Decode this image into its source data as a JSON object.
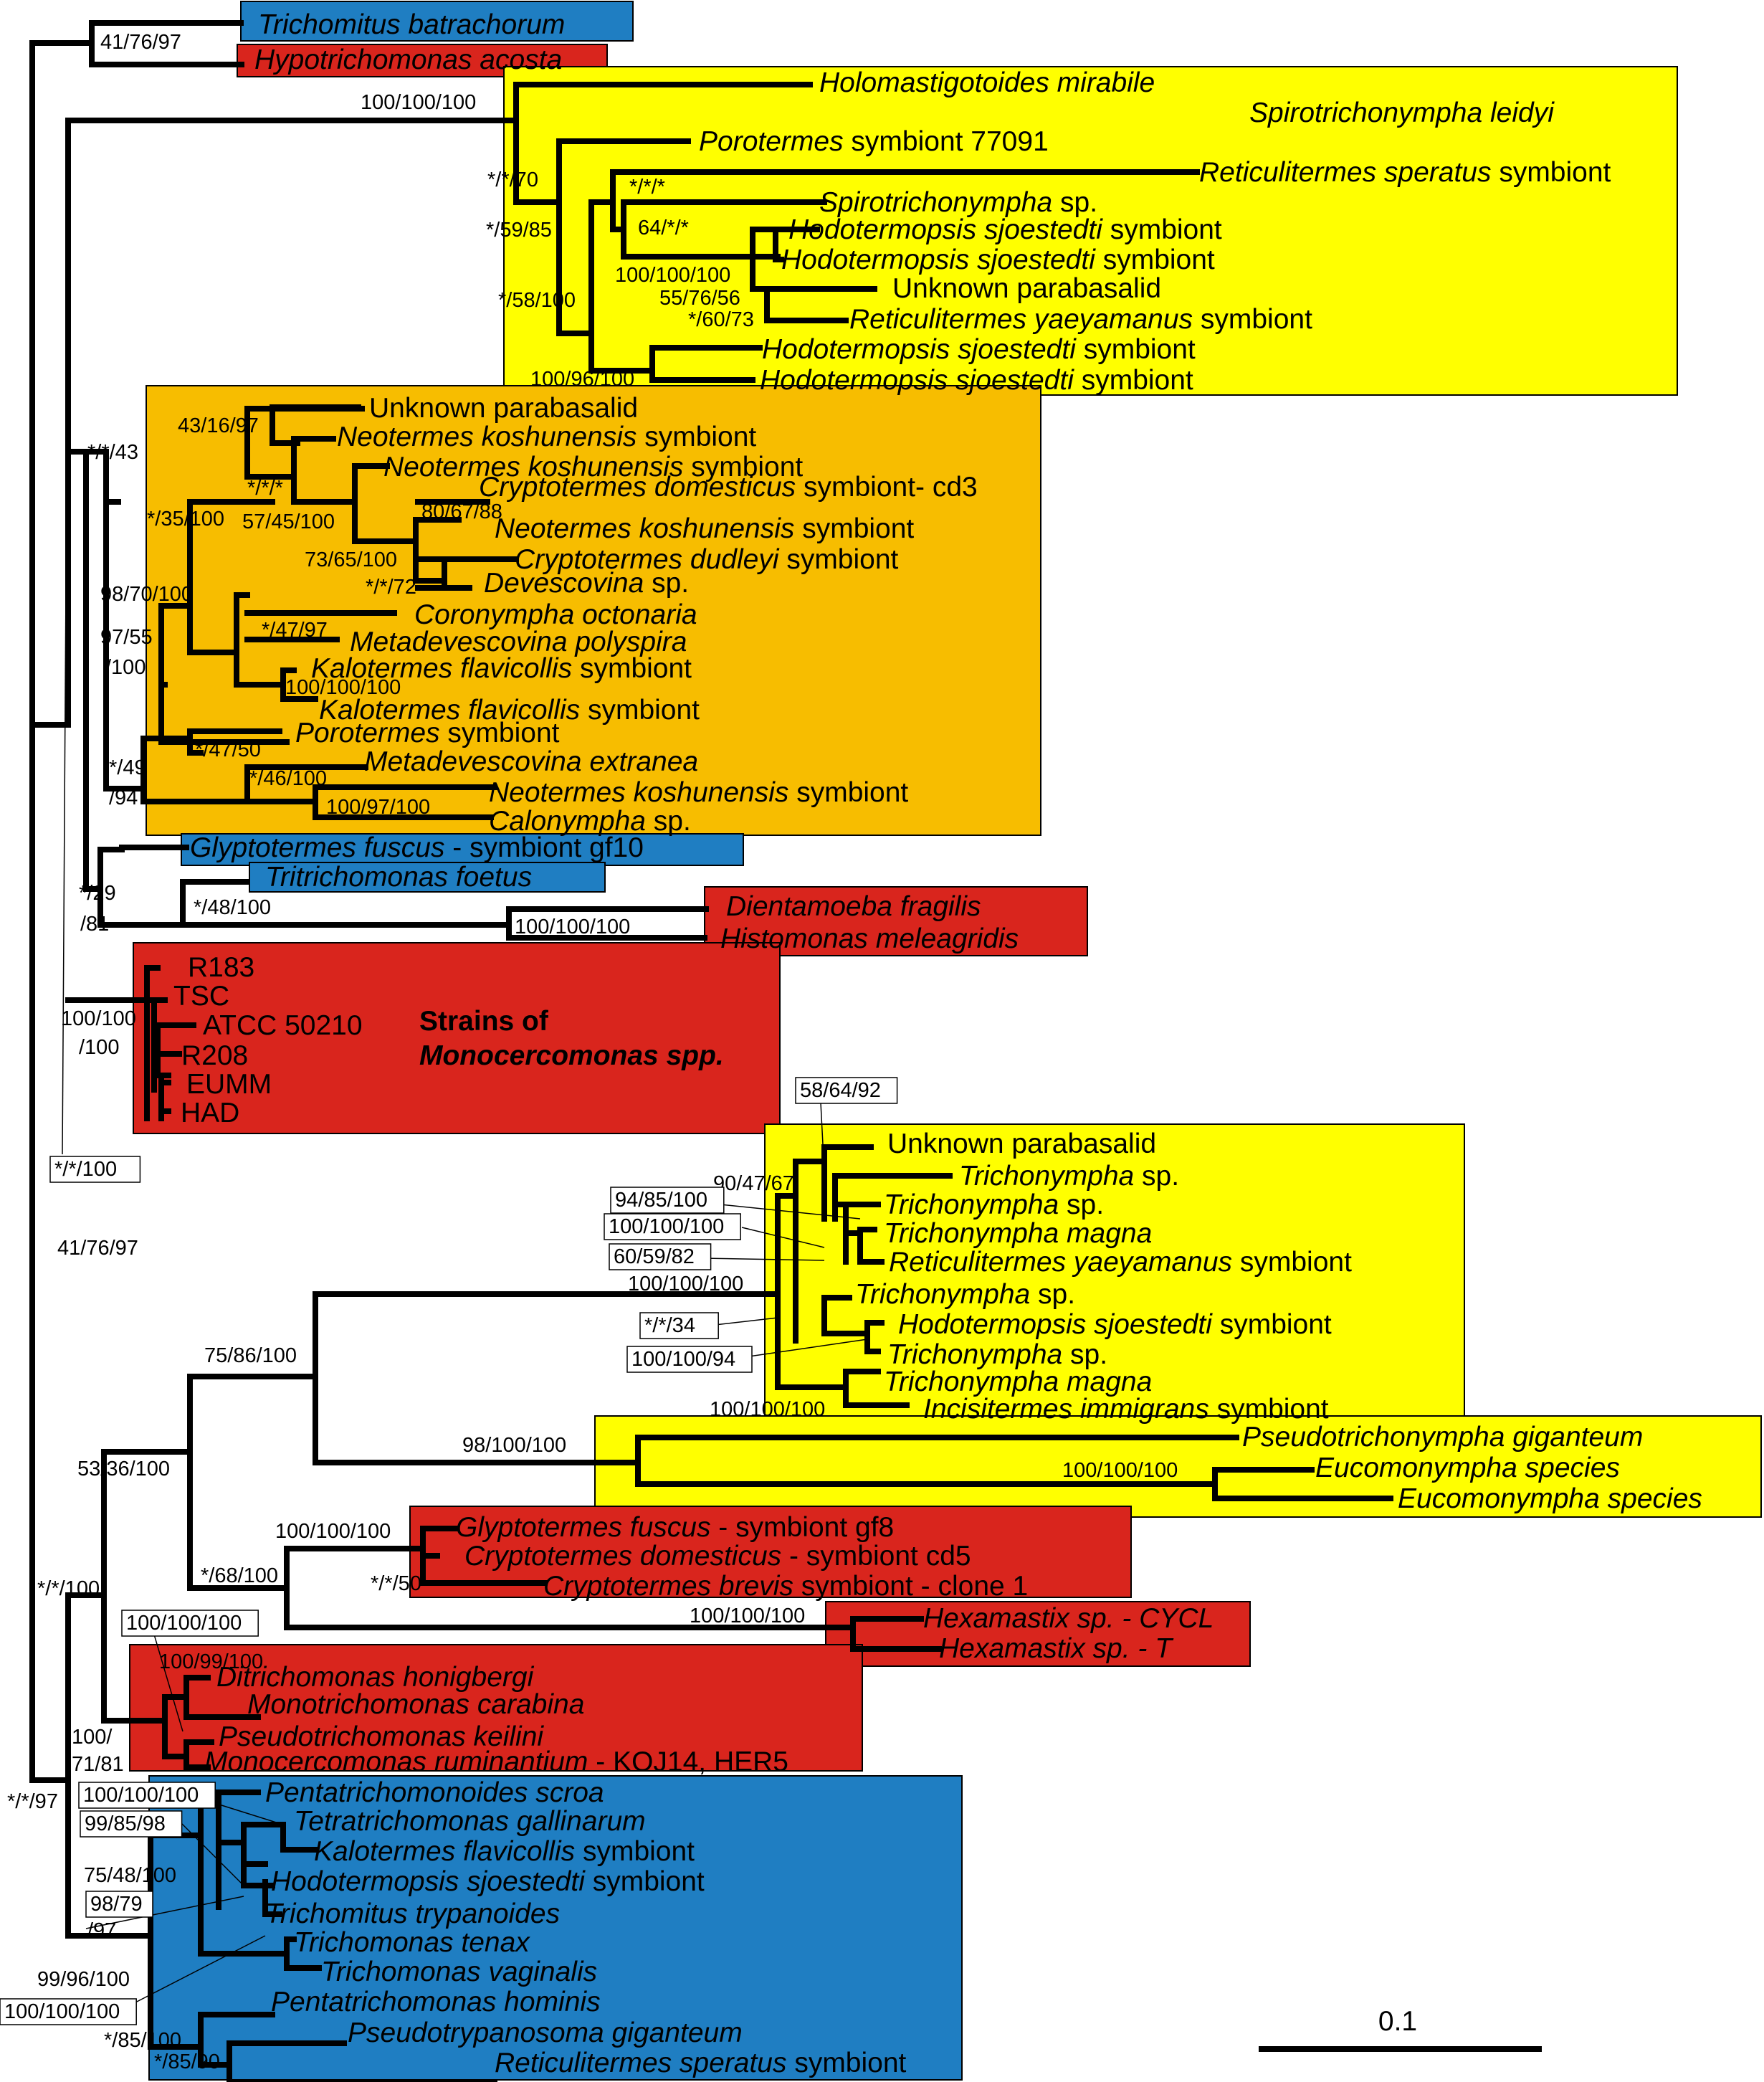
{
  "colors": {
    "blue": "#1f7ec2",
    "red": "#d9251d",
    "yellow": "#ffff00",
    "orange": "#f7bd00"
  },
  "taxa": {
    "t01": [
      {
        "t": "Trichomitus batrachorum",
        "i": true
      }
    ],
    "t02": [
      {
        "t": "Hypotrichomonas acosta",
        "i": true
      }
    ],
    "t03": [
      {
        "t": "Holomastigotoides mirabile",
        "i": true
      }
    ],
    "t04": [
      {
        "t": "Spirotrichonympha leidyi",
        "i": true
      }
    ],
    "t05": [
      {
        "t": "Porotermes",
        "i": true
      },
      {
        "t": " symbiont 77091",
        "i": false
      }
    ],
    "t06": [
      {
        "t": "Reticulitermes speratus",
        "i": true
      },
      {
        "t": " symbiont",
        "i": false
      }
    ],
    "t07": [
      {
        "t": "Spirotrichonympha",
        "i": true
      },
      {
        "t": " sp.",
        "i": false
      }
    ],
    "t08": [
      {
        "t": "Hodotermopsis sjoestedti",
        "i": true
      },
      {
        "t": " symbiont",
        "i": false
      }
    ],
    "t09": [
      {
        "t": "Hodotermopsis sjoestedti",
        "i": true
      },
      {
        "t": " symbiont",
        "i": false
      }
    ],
    "t10": [
      {
        "t": "Unknown parabasalid",
        "i": false
      }
    ],
    "t11": [
      {
        "t": "Reticulitermes yaeyamanus",
        "i": true
      },
      {
        "t": " symbiont",
        "i": false
      }
    ],
    "t12": [
      {
        "t": "Hodotermopsis sjoestedti",
        "i": true
      },
      {
        "t": " symbiont",
        "i": false
      }
    ],
    "t13": [
      {
        "t": "Hodotermopsis sjoestedti",
        "i": true
      },
      {
        "t": " symbiont",
        "i": false
      }
    ],
    "t14": [
      {
        "t": "Unknown parabasalid",
        "i": false
      }
    ],
    "t15": [
      {
        "t": "Neotermes koshunensis",
        "i": true
      },
      {
        "t": " symbiont",
        "i": false
      }
    ],
    "t16": [
      {
        "t": "Neotermes koshunensis",
        "i": true
      },
      {
        "t": " symbiont",
        "i": false
      }
    ],
    "t17": [
      {
        "t": "Cryptotermes domesticus",
        "i": true
      },
      {
        "t": " symbiont- cd3",
        "i": false
      }
    ],
    "t18": [
      {
        "t": "Neotermes koshunensis",
        "i": true
      },
      {
        "t": " symbiont",
        "i": false
      }
    ],
    "t19": [
      {
        "t": "Cryptotermes dudleyi",
        "i": true
      },
      {
        "t": " symbiont",
        "i": false
      }
    ],
    "t20": [
      {
        "t": "Devescovina",
        "i": true
      },
      {
        "t": " sp.",
        "i": false
      }
    ],
    "t21": [
      {
        "t": "Coronympha octonaria",
        "i": true
      }
    ],
    "t22": [
      {
        "t": "Metadevescovina polyspira",
        "i": true
      }
    ],
    "t23": [
      {
        "t": "Kalotermes flavicollis",
        "i": true
      },
      {
        "t": " symbiont",
        "i": false
      }
    ],
    "t24": [
      {
        "t": "Kalotermes flavicollis",
        "i": true
      },
      {
        "t": " symbiont",
        "i": false
      }
    ],
    "t25": [
      {
        "t": "Porotermes",
        "i": true
      },
      {
        "t": " symbiont",
        "i": false
      }
    ],
    "t26": [
      {
        "t": "Metadevescovina extranea",
        "i": true
      }
    ],
    "t27": [
      {
        "t": "Neotermes koshunensis",
        "i": true
      },
      {
        "t": " symbiont",
        "i": false
      }
    ],
    "t28": [
      {
        "t": "Calonympha",
        "i": true
      },
      {
        "t": " sp.",
        "i": false
      }
    ],
    "t29": [
      {
        "t": "Glyptotermes fuscus",
        "i": true
      },
      {
        "t": " - symbiont gf10",
        "i": false
      }
    ],
    "t30": [
      {
        "t": "Tritrichomonas foetus",
        "i": true
      }
    ],
    "t31": [
      {
        "t": "Dientamoeba fragilis",
        "i": true
      }
    ],
    "t32": [
      {
        "t": "Histomonas meleagridis",
        "i": true
      }
    ],
    "t33": [
      {
        "t": "R183",
        "i": false
      }
    ],
    "t34": [
      {
        "t": "TSC",
        "i": false
      }
    ],
    "t35": [
      {
        "t": "ATCC 50210",
        "i": false
      }
    ],
    "t36": [
      {
        "t": "R208",
        "i": false
      }
    ],
    "t37": [
      {
        "t": "EUMM",
        "i": false
      }
    ],
    "t38": [
      {
        "t": "HAD",
        "i": false
      }
    ],
    "t39": [
      {
        "t": "Unknown parabasalid",
        "i": false
      }
    ],
    "t40": [
      {
        "t": "Trichonympha",
        "i": true
      },
      {
        "t": " sp.",
        "i": false
      }
    ],
    "t41": [
      {
        "t": "Trichonympha",
        "i": true
      },
      {
        "t": " sp.",
        "i": false
      }
    ],
    "t42": [
      {
        "t": "Trichonympha magna",
        "i": true
      }
    ],
    "t43": [
      {
        "t": "Reticulitermes yaeyamanus",
        "i": true
      },
      {
        "t": " symbiont",
        "i": false
      }
    ],
    "t44": [
      {
        "t": "Trichonympha",
        "i": true
      },
      {
        "t": " sp.",
        "i": false
      }
    ],
    "t45": [
      {
        "t": "Hodotermopsis sjoestedti",
        "i": true
      },
      {
        "t": " symbiont",
        "i": false
      }
    ],
    "t46": [
      {
        "t": "Trichonympha",
        "i": true
      },
      {
        "t": " sp.",
        "i": false
      }
    ],
    "t47": [
      {
        "t": "Trichonympha magna",
        "i": true
      }
    ],
    "t48": [
      {
        "t": "Incisitermes immigrans",
        "i": true
      },
      {
        "t": " symbiont",
        "i": false
      }
    ],
    "t49": [
      {
        "t": "Pseudotrichonympha giganteum",
        "i": true
      }
    ],
    "t50": [
      {
        "t": "Eucomonympha species",
        "i": true
      }
    ],
    "t51": [
      {
        "t": "Eucomonympha species",
        "i": true
      }
    ],
    "t52": [
      {
        "t": "Glyptotermes fuscus",
        "i": true
      },
      {
        "t": " - symbiont gf8",
        "i": false
      }
    ],
    "t53": [
      {
        "t": "Cryptotermes domesticus",
        "i": true
      },
      {
        "t": " - symbiont cd5",
        "i": false
      }
    ],
    "t54": [
      {
        "t": "Cryptotermes brevis",
        "i": true
      },
      {
        "t": " symbiont - clone 1",
        "i": false
      }
    ],
    "t55": [
      {
        "t": "Hexamastix sp. - CYCL",
        "i": true
      }
    ],
    "t56": [
      {
        "t": "Hexamastix sp. - T",
        "i": true
      }
    ],
    "t57": [
      {
        "t": "Ditrichomonas honigbergi",
        "i": true
      }
    ],
    "t58": [
      {
        "t": "Monotrichomonas carabina",
        "i": true
      }
    ],
    "t59": [
      {
        "t": "Pseudotrichomonas keilini",
        "i": true
      }
    ],
    "t60": [
      {
        "t": "Monocercomonas ruminantium",
        "i": true
      },
      {
        "t": " - KOJ14, HER5",
        "i": false
      }
    ],
    "t61": [
      {
        "t": "Pentatrichomonoides scroa",
        "i": true
      }
    ],
    "t62": [
      {
        "t": "Tetratrichomonas gallinarum",
        "i": true
      }
    ],
    "t63": [
      {
        "t": "Kalotermes flavicollis",
        "i": true
      },
      {
        "t": " symbiont",
        "i": false
      }
    ],
    "t64": [
      {
        "t": "Hodotermopsis sjoestedti",
        "i": true
      },
      {
        "t": " symbiont",
        "i": false
      }
    ],
    "t65": [
      {
        "t": "Trichomitus trypanoides",
        "i": true
      }
    ],
    "t66": [
      {
        "t": "Trichomonas tenax",
        "i": true
      }
    ],
    "t67": [
      {
        "t": "Trichomonas vaginalis",
        "i": true
      }
    ],
    "t68": [
      {
        "t": "Pentatrichomonas hominis",
        "i": true
      }
    ],
    "t69": [
      {
        "t": "Pseudotrypanosoma giganteum",
        "i": true
      }
    ],
    "t70": [
      {
        "t": "Reticulitermes speratus",
        "i": true
      },
      {
        "t": " symbiont",
        "i": false
      }
    ]
  },
  "support": {
    "s01": "41/76/97",
    "s02": "100/100/100",
    "s03": "*/*/70",
    "s04": "*/59/85",
    "s05": "*/*/*",
    "s06": "64/*/*",
    "s07": "100/100/100",
    "s08": "55/76/56",
    "s09": "*/60/73",
    "s10": "*/58/100",
    "s11": "100/96/100",
    "s12": "*/*/43",
    "s13": "43/16/97",
    "s14": "*/*/*",
    "s15": "*/35/100",
    "s16": "57/45/100",
    "s17": "80/67/88",
    "s18": "73/65/100",
    "s19": "*/*/72",
    "s20": "98/70/100",
    "s21": "97/55",
    "s22": "/100",
    "s23": "*/47/97",
    "s24": "100/100/100",
    "s25": "*/47/50",
    "s26": "*/46/100",
    "s27": "100/97/100",
    "s28": "*/49",
    "s29": "/94",
    "s30": "*/29",
    "s31": "/81",
    "s32": "*/48/100",
    "s33": "100/100/100",
    "s34": "100/100",
    "s35": "/100",
    "s36": "*/*/100",
    "s37": "41/76/97",
    "s38": "58/64/92",
    "s39": "90/47/67",
    "s40": "94/85/100",
    "s41": "100/100/100",
    "s42": "60/59/82",
    "s43": "100/100/100",
    "s44": "*/*/34",
    "s45": "100/100/94",
    "s46": "100/100/100",
    "s47": "75/86/100",
    "s48": "98/100/100",
    "s49": "100/100/100",
    "s50": "53/36/100",
    "s51": "100/100/100",
    "s52": "*/*/50",
    "s53": "*/68/100",
    "s54": "100/100/100",
    "s55": "*/*/100",
    "s56": "100/100/100",
    "s57": "100/99/100",
    "s58": "100/",
    "s59": "71/81",
    "s60": "*/*/97",
    "s61": "100/100/100",
    "s62": "99/85/98",
    "s63": "75/48/100",
    "s64": "98/79",
    "s65": "/97",
    "s66": "99/96/100",
    "s67": "100/100/100",
    "s68": "*/85/100",
    "s69": "*/85/90"
  },
  "strains_label": [
    "Strains of",
    "Monocercomonas spp."
  ],
  "scale": {
    "label": "0.1",
    "length": 0.1
  }
}
